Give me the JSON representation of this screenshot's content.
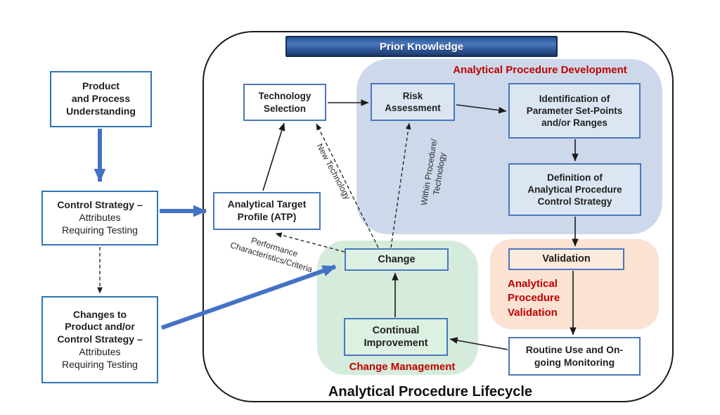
{
  "diagram": {
    "title": "Analytical Procedure Lifecycle",
    "banner": "Prior Knowledge"
  },
  "regions": {
    "development": {
      "label": "Analytical Procedure Development",
      "fill": "#cdd9ea"
    },
    "change_management": {
      "label": "Change Management",
      "fill": "#d5ecdc"
    },
    "validation": {
      "label_line1": "Analytical",
      "label_line2": "Procedure",
      "label_line3": "Validation",
      "fill": "#fbe2d3"
    }
  },
  "boxes": {
    "product": {
      "line1": "Product",
      "line2": "and Process",
      "line3": "Understanding"
    },
    "control_strategy": {
      "bold": "Control Strategy –",
      "line2": "Attributes",
      "line3": "Requiring Testing"
    },
    "changes": {
      "bold1": "Changes to",
      "bold2": "Product and/or",
      "bold3": "Control Strategy –",
      "line4": "Attributes",
      "line5": "Requiring Testing"
    },
    "technology_selection": {
      "line1": "Technology",
      "line2": "Selection"
    },
    "risk_assessment": {
      "line1": "Risk",
      "line2": "Assessment"
    },
    "identification": {
      "line1": "Identification of",
      "line2": "Parameter Set-Points",
      "line3": "and/or Ranges"
    },
    "definition": {
      "line1": "Definition of",
      "line2": "Analytical Procedure",
      "line3": "Control Strategy"
    },
    "atp": {
      "line1": "Analytical Target",
      "line2": "Profile (ATP)"
    },
    "change": {
      "line1": "Change"
    },
    "continual_improvement": {
      "line1": "Continual",
      "line2": "Improvement"
    },
    "validation": {
      "line1": "Validation"
    },
    "routine_use": {
      "line1": "Routine Use and On-",
      "line2": "going Monitoring"
    }
  },
  "arrow_labels": {
    "new_technology": "New Technology",
    "within_line1": "Within Procedure/",
    "within_line2": "Technology",
    "performance_line1": "Performance",
    "performance_line2": "Characteristics/Criteria"
  },
  "colors": {
    "accent_blue_arrow": "#4472c4",
    "outer_box_border": "#2e75b6",
    "inner_box_border": "#4a77bd",
    "red_label": "#c00000",
    "banner_dark": "#1c3a6b",
    "banner_light": "#4a77bd",
    "development_fill": "#cdd9ea",
    "change_fill": "#d5ecdc",
    "validation_fill": "#fbe2d3"
  }
}
